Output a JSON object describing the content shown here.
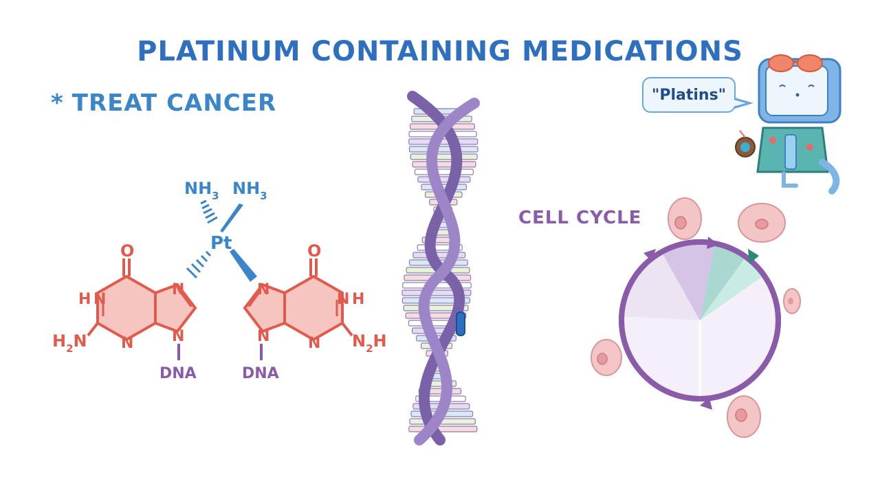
{
  "title": "PLATINUM CONTAINING MEDICATIONS",
  "bullet": {
    "symbol": "*",
    "text": "TREAT CANCER"
  },
  "speech": {
    "text": "\"Platins\""
  },
  "cell_cycle": {
    "label": "CELL CYCLE"
  },
  "molecule": {
    "metal": "Pt",
    "ligand_left": "NH",
    "ligand_right": "NH",
    "ligand_sub": "3",
    "left_amine": "H",
    "left_amine_n": "N",
    "left_amine_sub": "2",
    "right_amine_n": "N",
    "right_amine_sub": "2",
    "right_amine_h": "H",
    "oxygen": "O",
    "nitrogen": "N",
    "hydrogen": "H",
    "dna": "DNA"
  },
  "colors": {
    "title": "#2f6fc0",
    "bullet": "#3a86c9",
    "molecule": "#e05a4e",
    "molecule_fill": "#f7c5bf",
    "platinum": "#3a86c9",
    "dna_link": "#8a5ba8",
    "cycle": "#8a5ba8"
  }
}
